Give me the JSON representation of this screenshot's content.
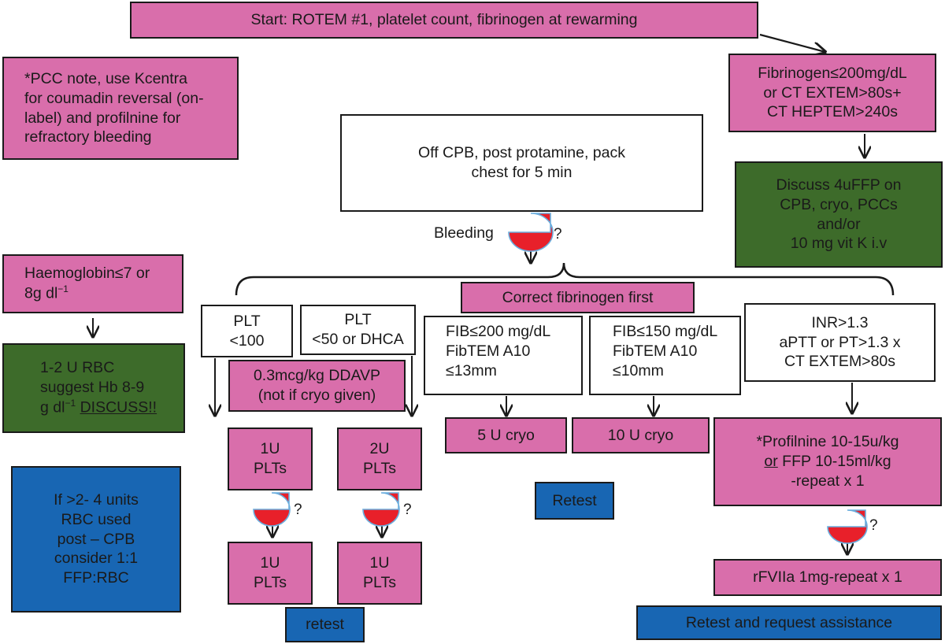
{
  "start": "Start: ROTEM #1, platelet count, fibrinogen at rewarming",
  "pcc_note": "*PCC note, use Kcentra\nfor coumadin reversal (on-\nlabel) and profilnine for\nrefractory bleeding",
  "fib_threshold": "Fibrinogen≤200mg/dL\nor CT EXTEM>80s+\nCT HEPTEM>240s",
  "discuss_ffp": "Discuss 4uFFP on\nCPB, cryo, PCCs\nand/or\n10 mg vit K i.v",
  "off_cpb": "Off CPB, post protamine, pack\nchest for 5 min",
  "bleeding_label": "Bleeding",
  "question_mark": "?",
  "hb": {
    "prefix": "Haemoglobin≤7 or\n8g dl",
    "sup": "−1"
  },
  "rbc": {
    "line1": "1-2 U RBC\nsuggest Hb 8-9\ng dl",
    "sup": "−1",
    "discuss": "DISCUSS!!"
  },
  "ffp_rbc": "If >2- 4 units\nRBC used\npost – CPB\nconsider 1:1\nFFP:RBC",
  "correct_fib": "Correct fibrinogen first",
  "plt100": "PLT\n<100",
  "plt50": "PLT\n<50 or DHCA",
  "ddavp": "0.3mcg/kg DDAVP\n(not if cryo given)",
  "fib200": "FIB≤200 mg/dL\nFibTEM A10\n≤13mm",
  "fib150": "FIB≤150 mg/dL\nFibTEM A10\n≤10mm",
  "inr": "INR>1.3\naPTT or PT>1.3 x\nCT EXTEM>80s",
  "cryo5": "5 U cryo",
  "cryo10": "10 U cryo",
  "profilnine": {
    "line1": "*Profilnine 10-15u/kg",
    "or": "or",
    "line2": " FFP 10-15ml/kg",
    "line3": "-repeat x 1"
  },
  "plt1u_a": "1U\nPLTs",
  "plt2u": "2U\nPLTs",
  "plt1u_b": "1U\nPLTs",
  "plt1u_c": "1U\nPLTs",
  "retest_mid": "Retest",
  "retest_low": "retest",
  "rfviia": "rFVIIa 1mg-repeat x 1",
  "retest_assist": "Retest and request assistance",
  "colors": {
    "pink": "#d96eab",
    "green": "#3d6b2a",
    "blue": "#1866b3",
    "drop": "#e8202a",
    "drop_outline": "#6aaede"
  }
}
